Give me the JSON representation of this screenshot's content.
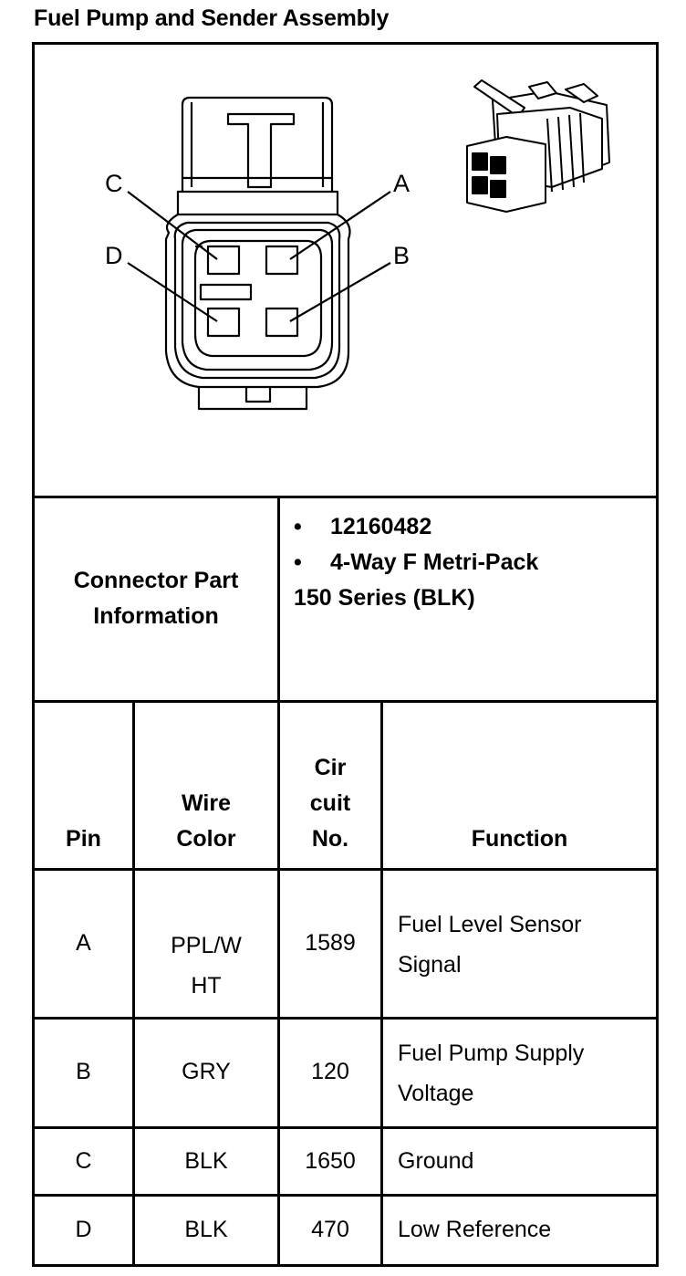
{
  "title": "Fuel Pump and Sender Assembly",
  "diagram": {
    "pin_labels": [
      "A",
      "B",
      "C",
      "D"
    ]
  },
  "connector_info": {
    "label_line1": "Connector Part",
    "label_line2": "Information",
    "bullet": "•",
    "part_number": "12160482",
    "description_line1": "4-Way F Metri-Pack",
    "description_line2": "150 Series (BLK)"
  },
  "table": {
    "headers": {
      "pin": "Pin",
      "wire_line1": "Wire",
      "wire_line2": "Color",
      "circuit_line1": "Cir",
      "circuit_line2": "cuit",
      "circuit_line3": "No.",
      "function": "Function"
    },
    "rows": [
      {
        "pin": "A",
        "wire_line1": "PPL/W",
        "wire_line2": "HT",
        "circuit": "1589",
        "function_line1": "Fuel Level Sensor",
        "function_line2": "Signal"
      },
      {
        "pin": "B",
        "wire_line1": "GRY",
        "wire_line2": "",
        "circuit": "120",
        "function_line1": "Fuel Pump Supply",
        "function_line2": "Voltage"
      },
      {
        "pin": "C",
        "wire_line1": "BLK",
        "wire_line2": "",
        "circuit": "1650",
        "function_line1": "Ground",
        "function_line2": ""
      },
      {
        "pin": "D",
        "wire_line1": "BLK",
        "wire_line2": "",
        "circuit": "470",
        "function_line1": "Low Reference",
        "function_line2": ""
      }
    ]
  }
}
